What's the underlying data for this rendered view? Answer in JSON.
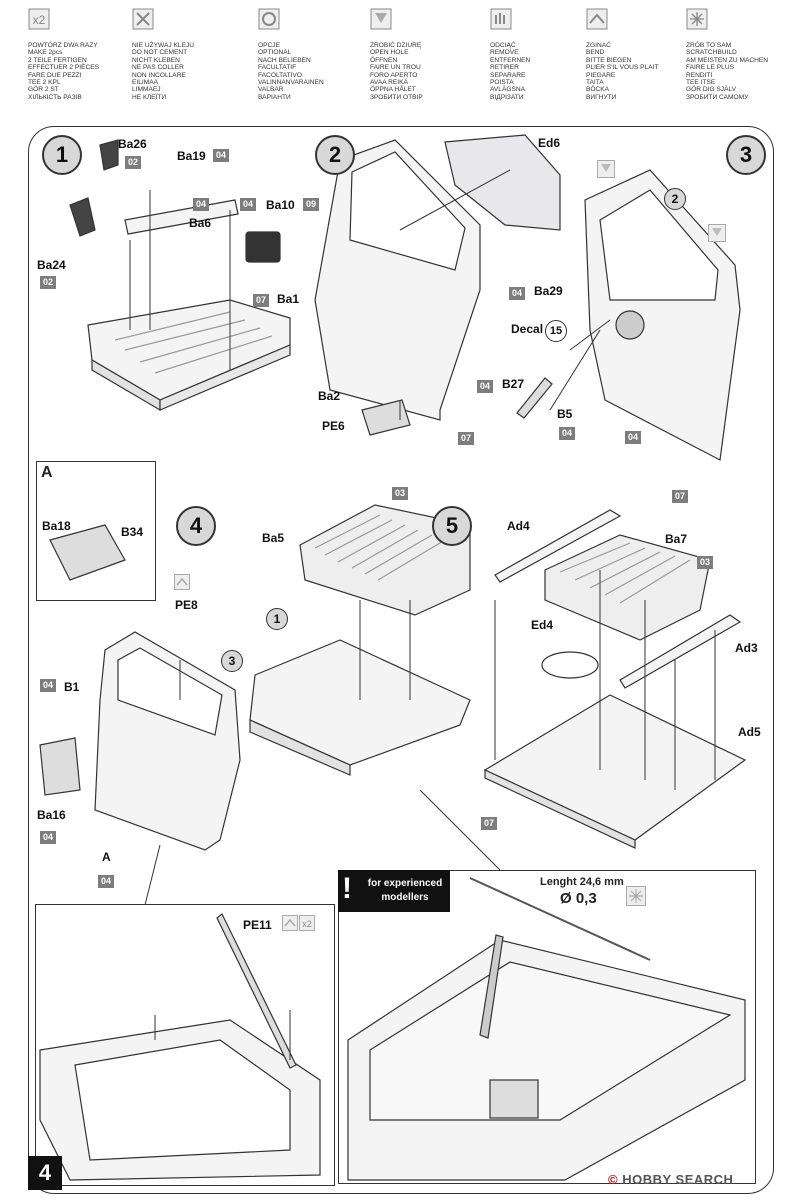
{
  "legend": [
    {
      "icon": "times-two-icon",
      "lines": [
        "POWTÓRZ DWA RAZY",
        "MAKE 2pcs",
        "2 TEILE FERTIGEN",
        "EFFECTUER 2 PIÈCES",
        "FARE DUE PEZZI",
        "TEE 2 KPL",
        "GÖR 2 ST",
        "ХІЛЬКІСТЬ РАЗІВ"
      ]
    },
    {
      "icon": "no-cement-icon",
      "lines": [
        "NIE UŻYWAJ KLEJU",
        "DO NOT CEMENT",
        "NICHT KLEBEN",
        "NE PAS COLLER",
        "NON INCOLLARE",
        "EILIMAA",
        "LIMMAEJ",
        "НЕ КЛЕЇТИ"
      ]
    },
    {
      "icon": "optional-icon",
      "lines": [
        "OPCJE",
        "OPTIONAL",
        "NACH BELIEBEN",
        "FACULTATIF",
        "FACOLTATIVO",
        "VALINNANVARAINEN",
        "VALBAR",
        "ВАРІАНТИ"
      ]
    },
    {
      "icon": "drill-hole-icon",
      "lines": [
        "ZROBIĆ DZIURĘ",
        "OPEN HOLE",
        "ÖFFNEN",
        "FAIRE UN TROU",
        "FORO APERTO",
        "AVAA REIKÄ",
        "ÖPPNA HÅLET",
        "ЗРОБИТИ ОТВІР"
      ]
    },
    {
      "icon": "remove-icon",
      "lines": [
        "ODCIĄĆ",
        "REMOVE",
        "ENTFERNEN",
        "RETIRER",
        "SEPARARE",
        "POISTA",
        "AVLÄGSNA",
        "ВІДРІЗАТИ"
      ]
    },
    {
      "icon": "bend-icon",
      "lines": [
        "ZGINAĆ",
        "BEND",
        "BITTE BIEGEN",
        "PLIER S'IL VOUS PLAIT",
        "PIEGARE",
        "TAITA",
        "BÖCKA",
        "ВИГНУТИ"
      ]
    },
    {
      "icon": "scratchbuild-icon",
      "lines": [
        "ZRÓB TO SAM",
        "SCRATCHBUILD",
        "AM MEISTEN ZU MACHEN",
        "FAIRE LE PLUS",
        "RENDITI",
        "TEE ITSE",
        "GÖR DIG SJÄLV",
        "ЗРОБИТИ САМОМУ"
      ]
    }
  ],
  "steps": {
    "s1": "1",
    "s2": "2",
    "s3": "3",
    "s4": "4",
    "s5": "5"
  },
  "labels": {
    "ba26": "Ba26",
    "ba19": "Ba19",
    "ba24": "Ba24",
    "ba6": "Ba6",
    "ba10": "Ba10",
    "ba1": "Ba1",
    "ed6": "Ed6",
    "ba2": "Ba2",
    "pe6": "PE6",
    "ba29": "Ba29",
    "decal": "Decal",
    "decal_num": "15",
    "b27": "B27",
    "b5": "B5",
    "box_a": "A",
    "ba18": "Ba18",
    "b34": "B34",
    "pe8": "PE8",
    "b1": "B1",
    "ba16": "Ba16",
    "a": "A",
    "ba5": "Ba5",
    "ad4": "Ad4",
    "ba7": "Ba7",
    "ed4": "Ed4",
    "ad3": "Ad3",
    "ad5": "Ad5",
    "pe11": "PE11",
    "ref1": "1",
    "ref2": "2",
    "ref3": "3"
  },
  "tags": {
    "t02a": "02",
    "t04a": "04",
    "t04b": "04",
    "t04c": "04",
    "t09": "09",
    "t07a": "07",
    "t02b": "02",
    "t07b": "07",
    "t04d": "04",
    "t04e": "04",
    "t04f": "04",
    "t04g": "04",
    "t07c": "07",
    "t03a": "03",
    "t04h": "04",
    "t04i": "04",
    "t04j": "04",
    "t03b": "03",
    "t07d": "07"
  },
  "experienced": {
    "bang": "!",
    "text": "for experienced modellers"
  },
  "scratch": {
    "length": "Lenght 24,6 mm",
    "diameter": "Ø 0,3"
  },
  "page_number": "4",
  "watermark": {
    "prefix": "© ",
    "brand": "HOBBY SEARCH"
  },
  "colors": {
    "tag": "#7d7d7d",
    "step_circle": "#d8d8d8",
    "line": "#333333"
  }
}
